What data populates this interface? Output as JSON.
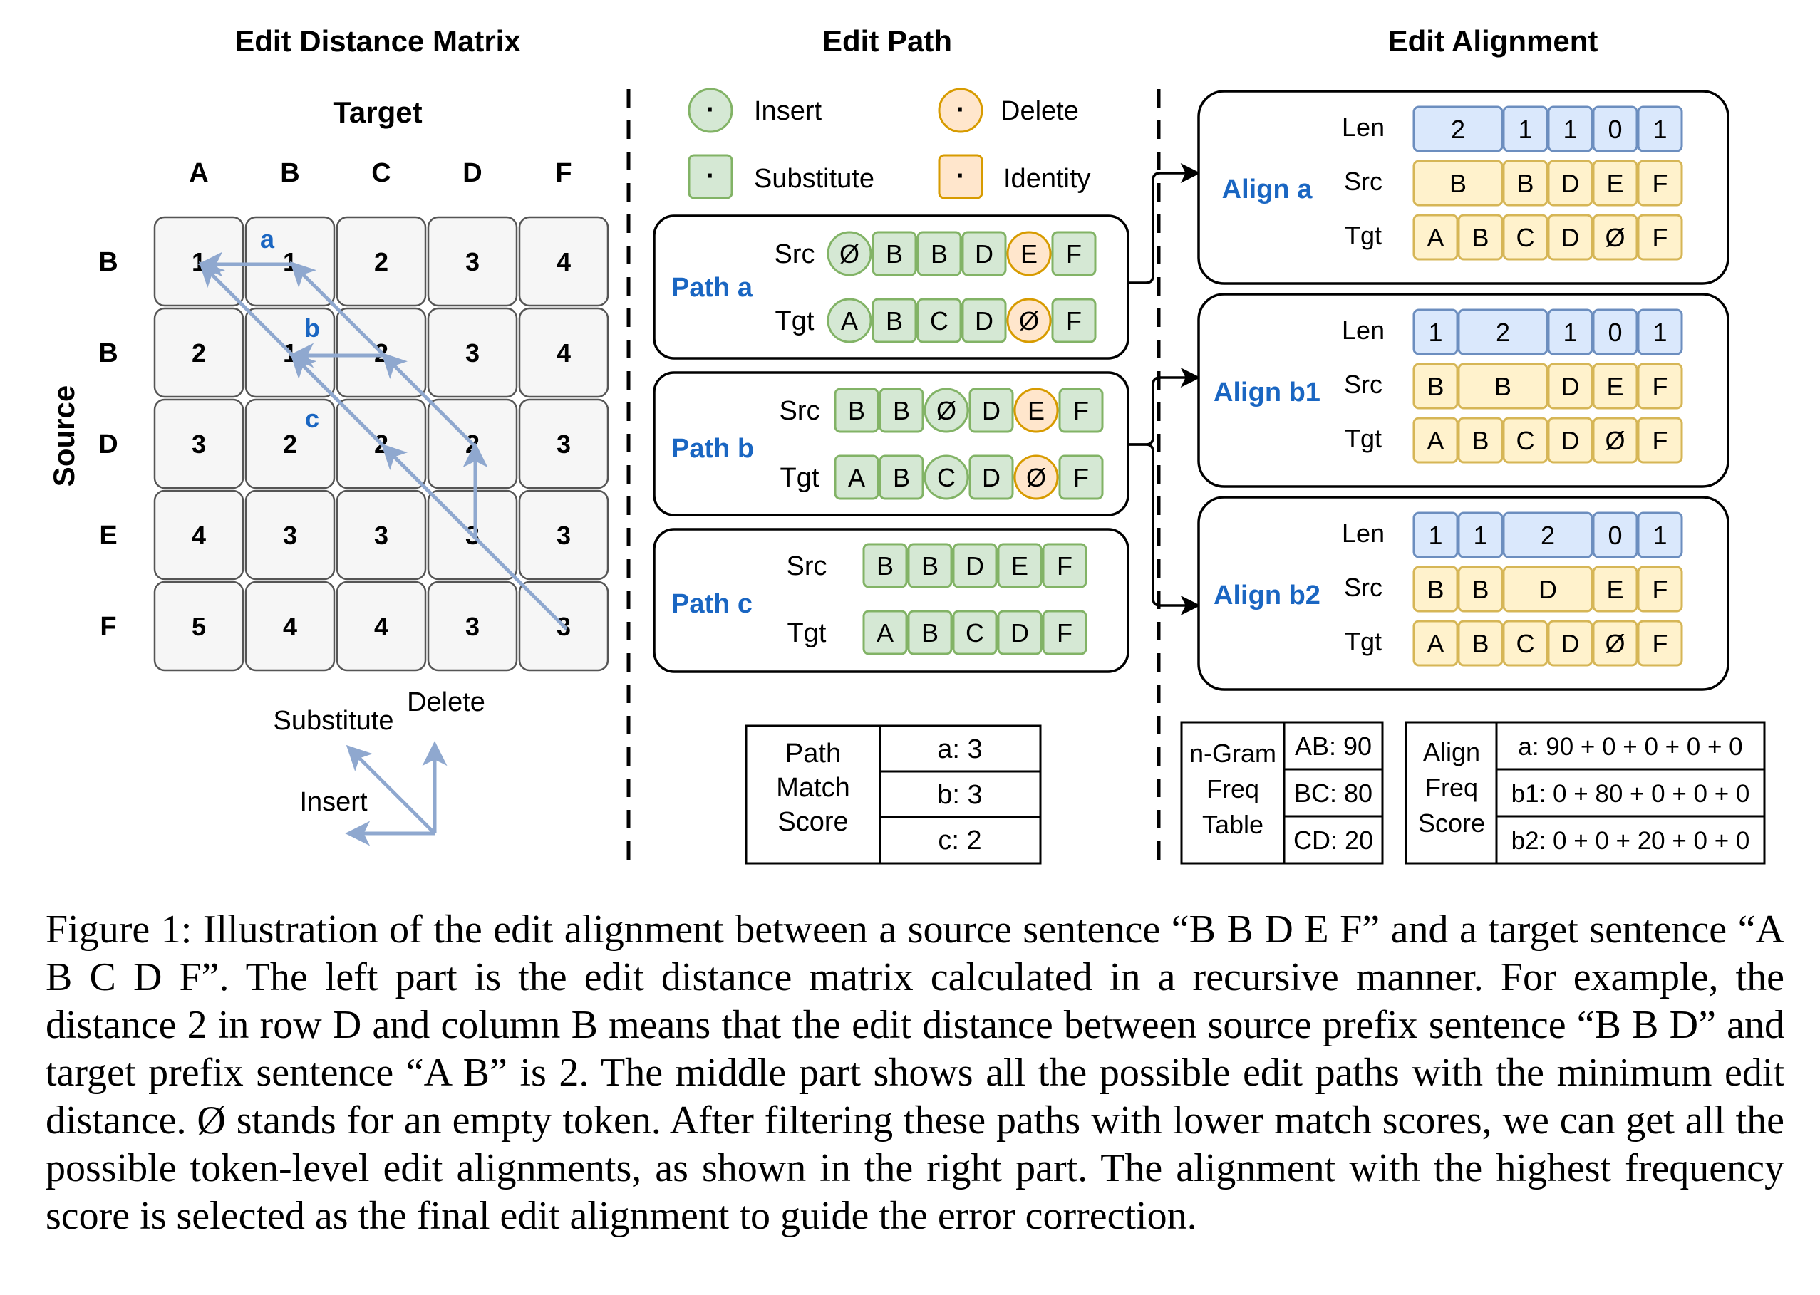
{
  "headings": {
    "matrix": "Edit Distance Matrix",
    "path": "Edit Path",
    "alignment": "Edit Alignment"
  },
  "matrix": {
    "target_label": "Target",
    "source_label": "Source",
    "columns": [
      "A",
      "B",
      "C",
      "D",
      "F"
    ],
    "rows": [
      "B",
      "B",
      "D",
      "E",
      "F"
    ],
    "values": [
      [
        "1",
        "1",
        "2",
        "3",
        "4"
      ],
      [
        "2",
        "1",
        "2",
        "3",
        "4"
      ],
      [
        "3",
        "2",
        "2",
        "2",
        "3"
      ],
      [
        "4",
        "3",
        "3",
        "3",
        "3"
      ],
      [
        "5",
        "4",
        "4",
        "3",
        "3"
      ]
    ],
    "path_labels": [
      "a",
      "b",
      "c"
    ]
  },
  "direction_legend": {
    "substitute": "Substitute",
    "delete": "Delete",
    "insert": "Insert"
  },
  "op_legend": {
    "marker": "·",
    "insert": "Insert",
    "delete": "Delete",
    "substitute": "Substitute",
    "identity": "Identity"
  },
  "paths": [
    {
      "name": "Path a",
      "src_label": "Src",
      "tgt_label": "Tgt",
      "src": [
        [
          "Ø",
          "ic"
        ],
        [
          "B",
          "ir"
        ],
        [
          "B",
          "ir"
        ],
        [
          "D",
          "ir"
        ],
        [
          "E",
          "dc"
        ],
        [
          "F",
          "ir"
        ]
      ],
      "tgt": [
        [
          "A",
          "ic"
        ],
        [
          "B",
          "ir"
        ],
        [
          "C",
          "ir"
        ],
        [
          "D",
          "ir"
        ],
        [
          "Ø",
          "dc"
        ],
        [
          "F",
          "ir"
        ]
      ]
    },
    {
      "name": "Path b",
      "src_label": "Src",
      "tgt_label": "Tgt",
      "src": [
        [
          "B",
          "sr"
        ],
        [
          "B",
          "ir"
        ],
        [
          "Ø",
          "ic"
        ],
        [
          "D",
          "ir"
        ],
        [
          "E",
          "dc"
        ],
        [
          "F",
          "ir"
        ]
      ],
      "tgt": [
        [
          "A",
          "sr"
        ],
        [
          "B",
          "ir"
        ],
        [
          "C",
          "ic"
        ],
        [
          "D",
          "ir"
        ],
        [
          "Ø",
          "dc"
        ],
        [
          "F",
          "ir"
        ]
      ]
    },
    {
      "name": "Path c",
      "src_label": "Src",
      "tgt_label": "Tgt",
      "src": [
        [
          "B",
          "sr"
        ],
        [
          "B",
          "ir"
        ],
        [
          "D",
          "sr"
        ],
        [
          "E",
          "sr"
        ],
        [
          "F",
          "ir"
        ]
      ],
      "tgt": [
        [
          "A",
          "sr"
        ],
        [
          "B",
          "ir"
        ],
        [
          "C",
          "sr"
        ],
        [
          "D",
          "sr"
        ],
        [
          "F",
          "ir"
        ]
      ]
    }
  ],
  "path_match_score": {
    "label_lines": [
      "Path",
      "Match",
      "Score"
    ],
    "rows": [
      "a: 3",
      "b: 3",
      "c: 2"
    ]
  },
  "alignments": [
    {
      "name": "Align a",
      "len_label": "Len",
      "src_label": "Src",
      "tgt_label": "Tgt",
      "len": [
        "2",
        "1",
        "1",
        "0",
        "1"
      ],
      "src": [
        "B",
        "B",
        "D",
        "E",
        "F"
      ],
      "tgt": [
        "A",
        "B",
        "C",
        "D",
        "Ø",
        "F"
      ]
    },
    {
      "name": "Align b1",
      "len_label": "Len",
      "src_label": "Src",
      "tgt_label": "Tgt",
      "len": [
        "1",
        "2",
        "1",
        "0",
        "1"
      ],
      "src": [
        "B",
        "B",
        "D",
        "E",
        "F"
      ],
      "tgt": [
        "A",
        "B",
        "C",
        "D",
        "Ø",
        "F"
      ]
    },
    {
      "name": "Align b2",
      "len_label": "Len",
      "src_label": "Src",
      "tgt_label": "Tgt",
      "len": [
        "1",
        "1",
        "2",
        "0",
        "1"
      ],
      "src": [
        "B",
        "B",
        "D",
        "E",
        "F"
      ],
      "tgt": [
        "A",
        "B",
        "C",
        "D",
        "Ø",
        "F"
      ]
    }
  ],
  "ngram_table": {
    "label_lines": [
      "n-Gram",
      "Freq",
      "Table"
    ],
    "rows": [
      "AB: 90",
      "BC: 80",
      "CD: 20"
    ]
  },
  "align_freq_score": {
    "label_lines": [
      "Align",
      "Freq",
      "Score"
    ],
    "rows": [
      "a: 90 + 0 + 0 + 0 + 0",
      "b1: 0 + 80 + 0 + 0 + 0",
      "b2: 0 + 0 + 20 + 0 + 0"
    ]
  },
  "colors": {
    "insert_fill": "#d5e8d4",
    "insert_stroke": "#82b366",
    "delete_fill": "#ffe6cc",
    "delete_stroke": "#d79b00",
    "len_fill": "#dae8fc",
    "len_stroke": "#6c8ebf",
    "token_fill": "#fff2cc",
    "token_stroke": "#d6b656",
    "arrow": "#8fa8cf",
    "label_blue": "#1a66c2"
  },
  "caption": "Figure 1: Illustration of the edit alignment between a source sentence “B B D E F” and a target sentence “A B C D F”. The left part is the edit distance matrix calculated in a recursive manner. For example, the distance 2 in row D and column B means that the edit distance between source prefix sentence “B B D” and target prefix sentence “A B” is 2. The middle part shows all the possible edit paths with the minimum edit distance. Ø stands for an empty token. After filtering these paths with lower match scores, we can get all the possible token-level edit alignments, as shown in the right part. The alignment with the highest frequency score is selected as the final edit alignment to guide the error correction."
}
